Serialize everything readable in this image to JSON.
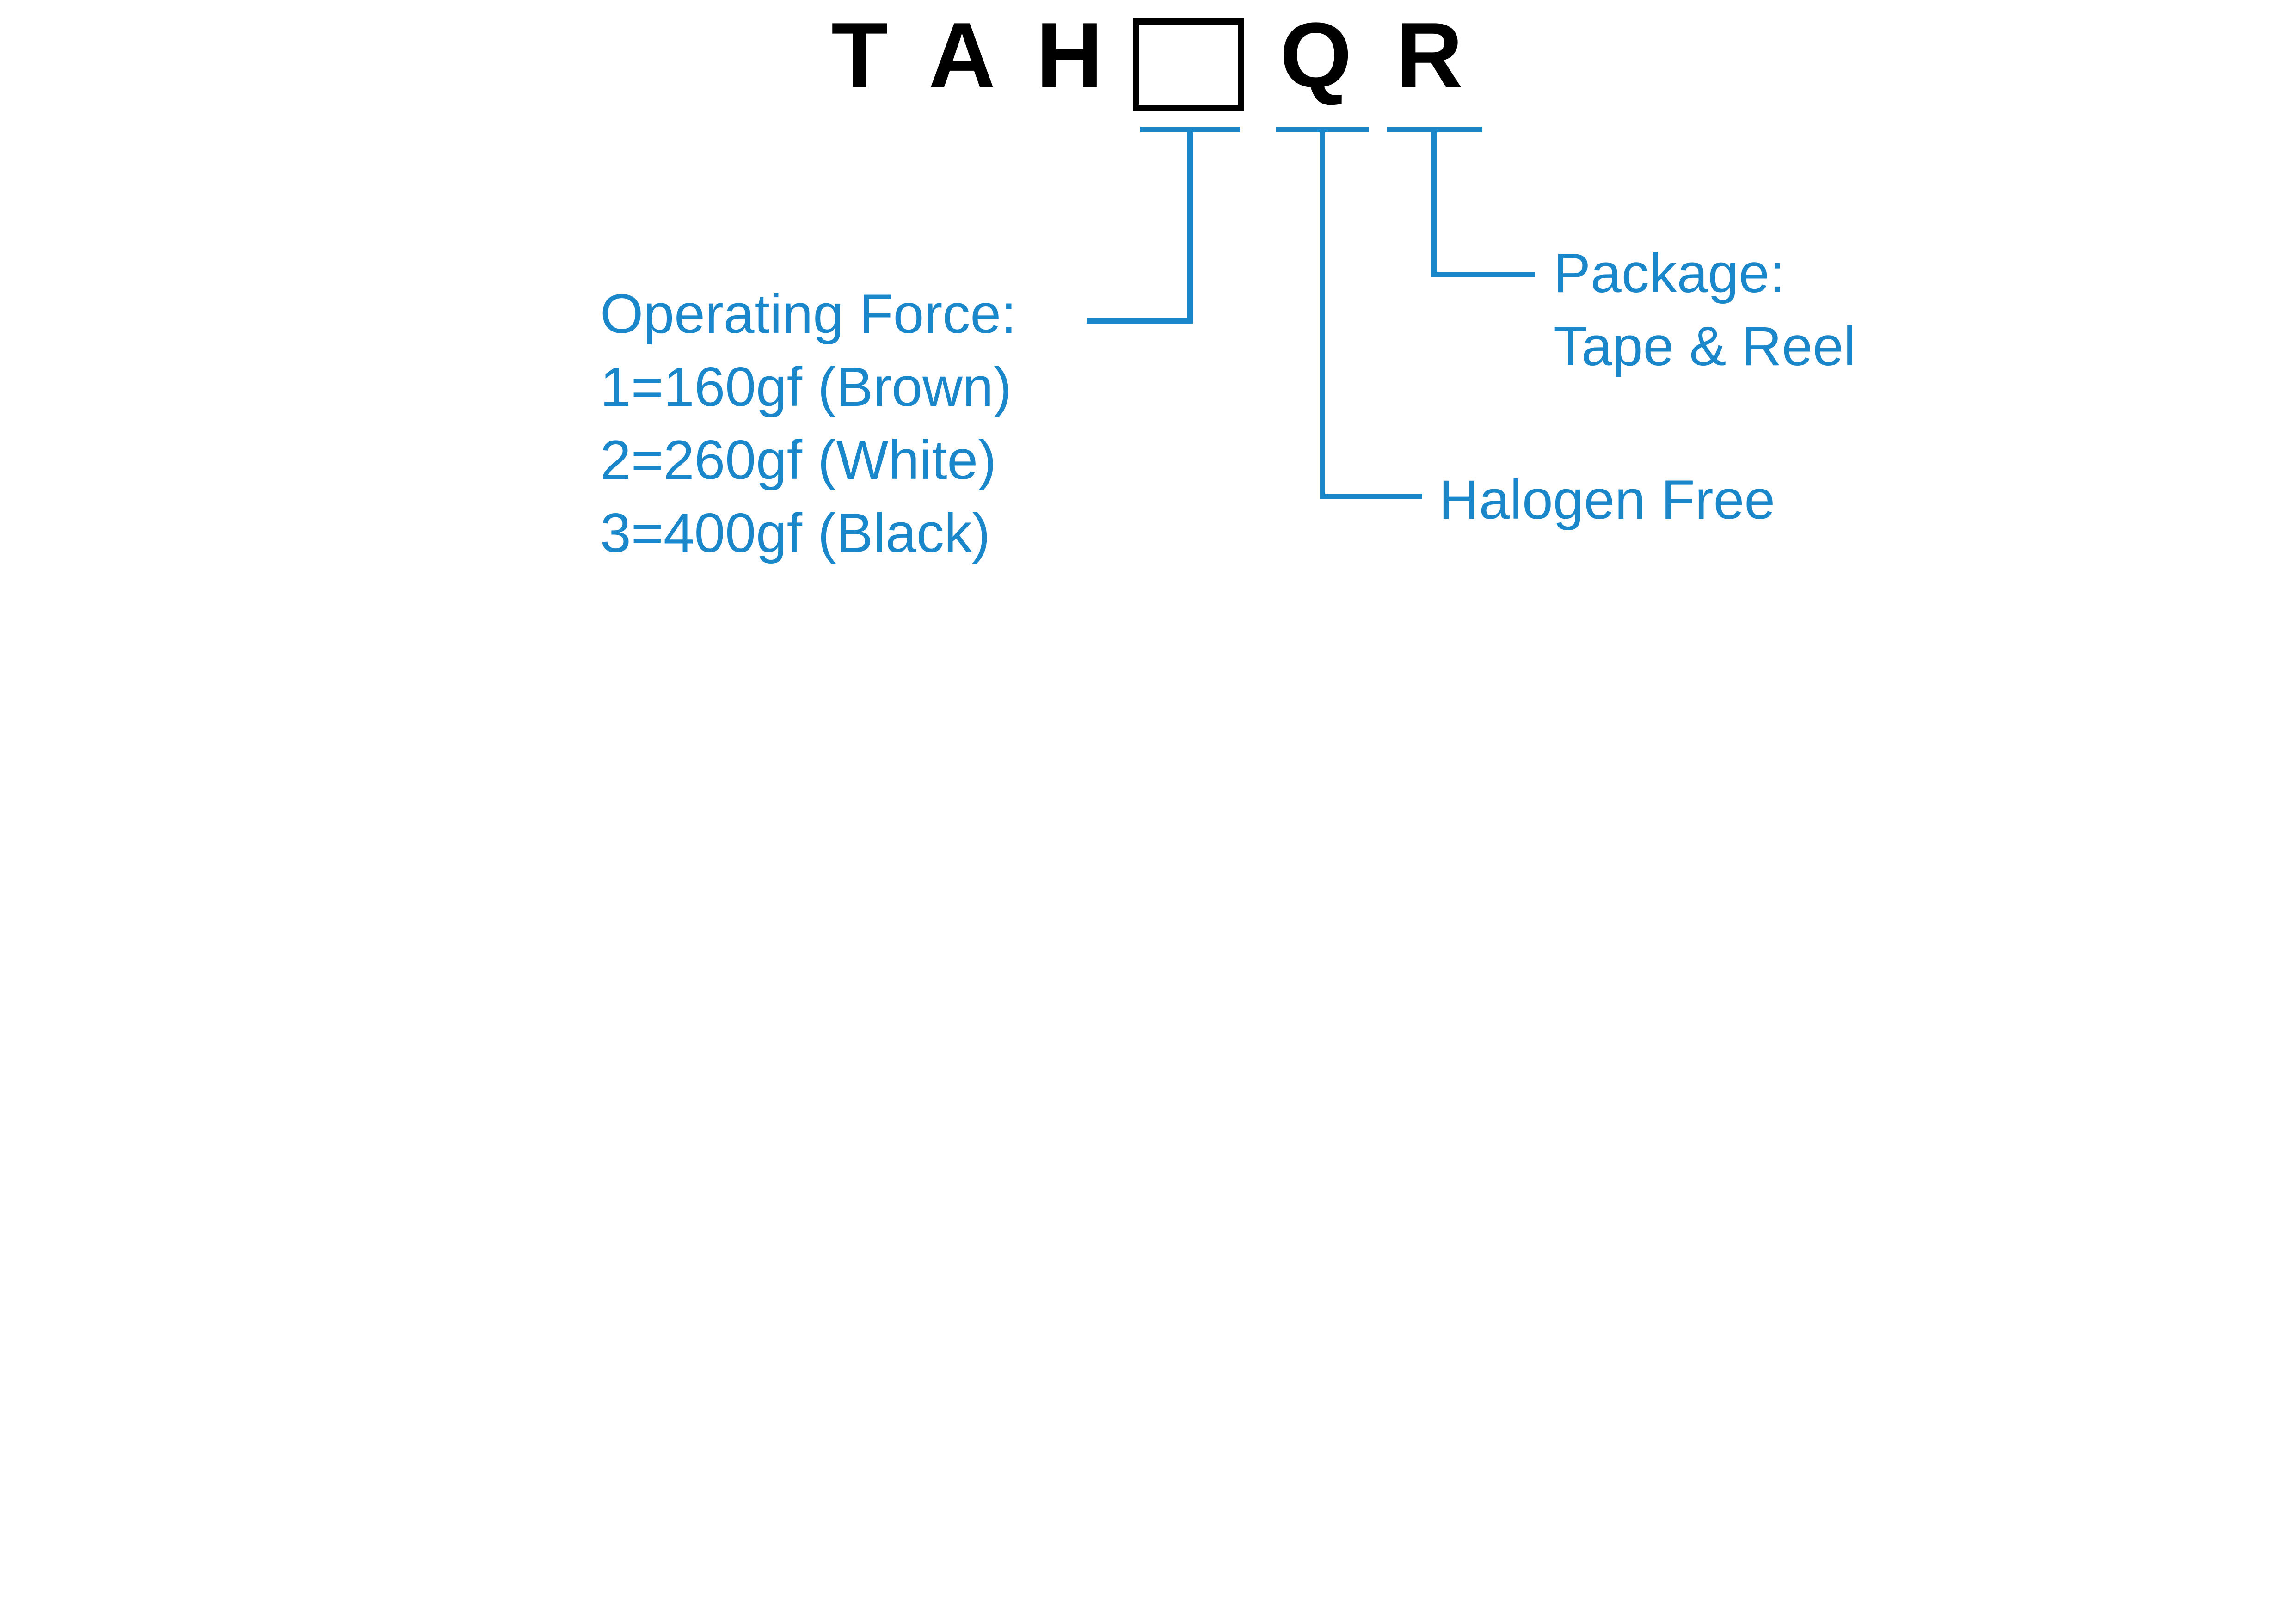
{
  "colors": {
    "accent": "#1B87CB",
    "ink": "#000000",
    "background": "#FFFFFF"
  },
  "part_number": {
    "prefix": "T A H",
    "suffix": "Q R"
  },
  "callouts": {
    "operating_force": {
      "title": "Operating Force:",
      "options": [
        "1=160gf (Brown)",
        "2=260gf (White)",
        "3=400gf (Black)"
      ]
    },
    "halogen_free": {
      "label": "Halogen Free"
    },
    "package": {
      "title": "Package:",
      "value": "Tape & Reel"
    }
  }
}
